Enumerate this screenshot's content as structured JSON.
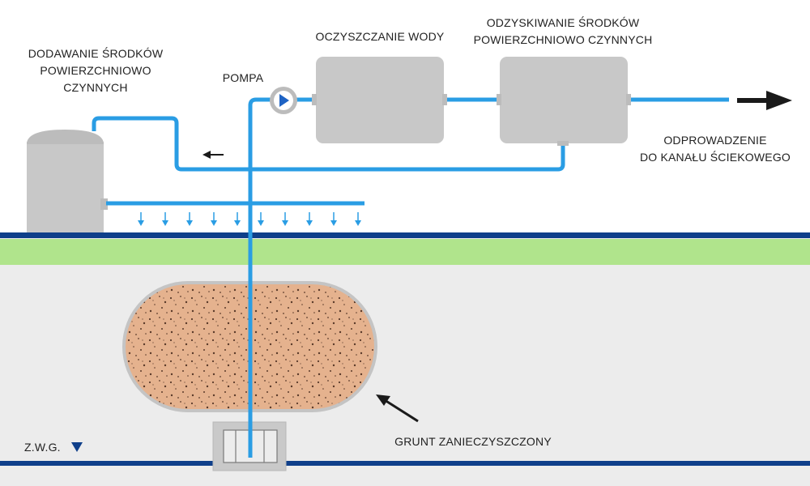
{
  "labels": {
    "surfactant_addition": [
      "DODAWANIE ŚRODKÓW",
      "POWIERZCHNIOWO",
      "CZYNNYCH"
    ],
    "pump": "POMPA",
    "water_treatment": "OCZYSZCZANIE WODY",
    "surfactant_recovery": [
      "ODZYSKIWANIE ŚRODKÓW",
      "POWIERZCHNIOWO CZYNNYCH"
    ],
    "discharge": [
      "ODPROWADZENIE",
      "DO KANAŁU ŚCIEKOWEGO"
    ],
    "contaminated_soil": "GRUNT ZANIECZYSZCZONY",
    "groundwater_level": "Z.W.G."
  },
  "colors": {
    "pipe": "#2a9de4",
    "tank": "#c8c8c8",
    "ground_line": "#0f3f8a",
    "grass": "#b0e48c",
    "subsoil": "#ececec",
    "soil": "#e5b28e",
    "arrow": "#1a1a1a"
  }
}
